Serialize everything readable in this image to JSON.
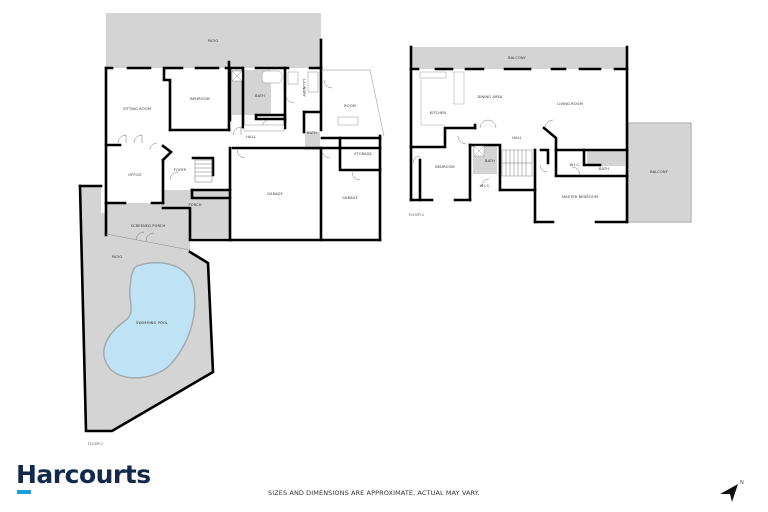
{
  "brand": {
    "name": "Harcourts",
    "primary_color": "#13294b",
    "accent_color": "#1e9ddb"
  },
  "disclaimer": "SIZES AND DIMENSIONS ARE APPROXIMATE, ACTUAL MAY VARY.",
  "compass": {
    "icon": "north-arrow-icon",
    "label": "N"
  },
  "floor1": {
    "label": "FLOOR 1",
    "rooms": {
      "patio_top": "PATIO",
      "sitting_room": "SITTING ROOM",
      "bedroom": "BEDROOM",
      "bath": "BATH",
      "laundry": "LAUNDRY",
      "room": "ROOM",
      "hall": "HALL",
      "bath_small": "BATH",
      "office": "OFFICE",
      "foyer": "FOYER",
      "storage": "STORAGE",
      "garage_main": "GARAGE",
      "garage_side": "GARAGE",
      "porch": "PORCH",
      "screened_porch": "SCREENED PORCH",
      "patio_pool": "PATIO",
      "swimming_pool": "SWIMMING POOL"
    }
  },
  "floor2": {
    "label": "FLOOR 2",
    "rooms": {
      "balcony_top": "BALCONY",
      "kitchen": "KITCHEN",
      "dining_area": "DINING AREA",
      "living_room": "LIVING ROOM",
      "hall": "HALL",
      "bedroom": "BEDROOM",
      "bath": "BATH",
      "wic_left": "W.I.C.",
      "wic_right": "W.I.C.",
      "bath_master": "BATH",
      "master_bedroom": "MASTER BEDROOM",
      "balcony_side": "BALCONY"
    }
  },
  "colors": {
    "wall": "#000000",
    "outdoor_fill": "#d4d4d4",
    "pool_fill": "#bfe3f5",
    "pool_edge": "#a0a8ad"
  }
}
